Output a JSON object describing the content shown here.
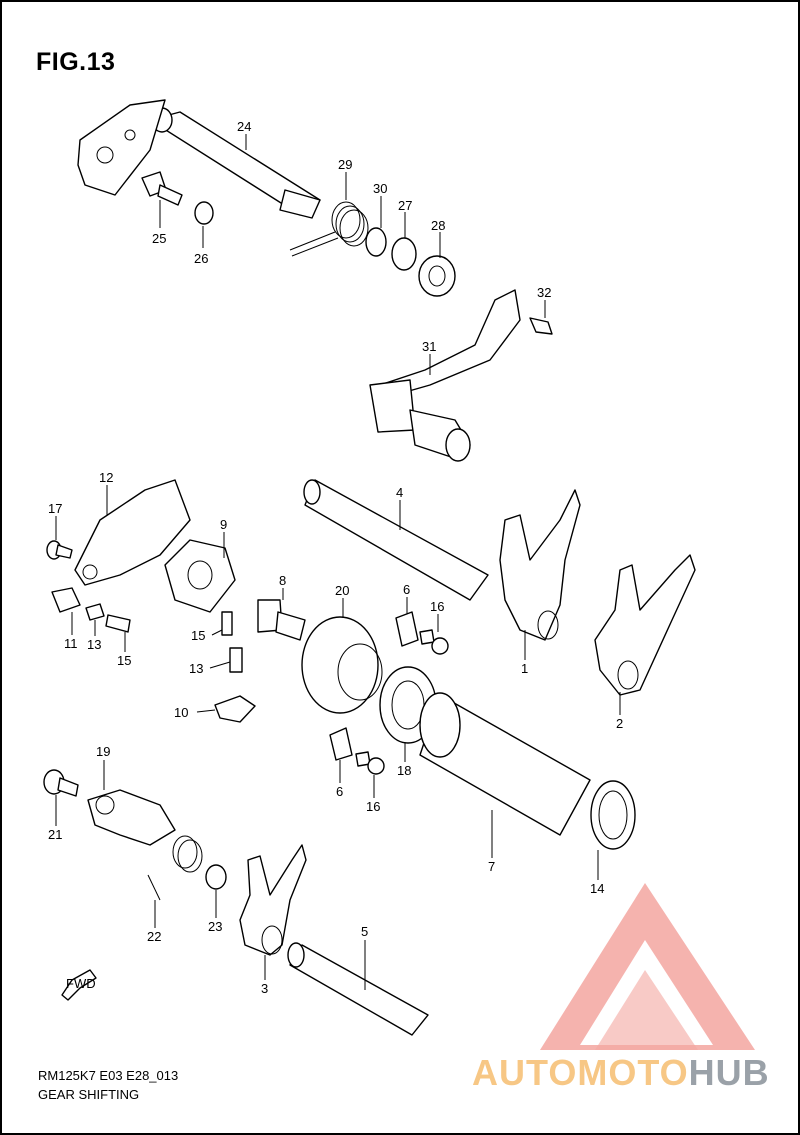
{
  "figure": {
    "title": "FIG.13"
  },
  "footer": {
    "code": "RM125K7 E03 E28_013",
    "caption": "GEAR SHIFTING"
  },
  "fwd_label": "FWD",
  "watermark": {
    "part1": "AUTOMOTO",
    "part2": "HUB",
    "logo_color": "#f3a6a0",
    "text_color_1": "#f7c785",
    "text_color_2": "#9aa1a8"
  },
  "callouts": [
    {
      "id": "c24",
      "label": "24"
    },
    {
      "id": "c25",
      "label": "25"
    },
    {
      "id": "c26",
      "label": "26"
    },
    {
      "id": "c29",
      "label": "29"
    },
    {
      "id": "c30",
      "label": "30"
    },
    {
      "id": "c27",
      "label": "27"
    },
    {
      "id": "c28",
      "label": "28"
    },
    {
      "id": "c32",
      "label": "32"
    },
    {
      "id": "c31",
      "label": "31"
    },
    {
      "id": "c12",
      "label": "12"
    },
    {
      "id": "c17",
      "label": "17"
    },
    {
      "id": "c9",
      "label": "9"
    },
    {
      "id": "c4",
      "label": "4"
    },
    {
      "id": "c8",
      "label": "8"
    },
    {
      "id": "c20",
      "label": "20"
    },
    {
      "id": "c6a",
      "label": "6"
    },
    {
      "id": "c16a",
      "label": "16"
    },
    {
      "id": "c11",
      "label": "11"
    },
    {
      "id": "c13a",
      "label": "13"
    },
    {
      "id": "c15a",
      "label": "15"
    },
    {
      "id": "c15b",
      "label": "15"
    },
    {
      "id": "c13b",
      "label": "13"
    },
    {
      "id": "c10",
      "label": "10"
    },
    {
      "id": "c1",
      "label": "1"
    },
    {
      "id": "c2",
      "label": "2"
    },
    {
      "id": "c6b",
      "label": "6"
    },
    {
      "id": "c16b",
      "label": "16"
    },
    {
      "id": "c18",
      "label": "18"
    },
    {
      "id": "c19",
      "label": "19"
    },
    {
      "id": "c21",
      "label": "21"
    },
    {
      "id": "c7",
      "label": "7"
    },
    {
      "id": "c14",
      "label": "14"
    },
    {
      "id": "c22",
      "label": "22"
    },
    {
      "id": "c23",
      "label": "23"
    },
    {
      "id": "c5",
      "label": "5"
    },
    {
      "id": "c3",
      "label": "3"
    }
  ]
}
